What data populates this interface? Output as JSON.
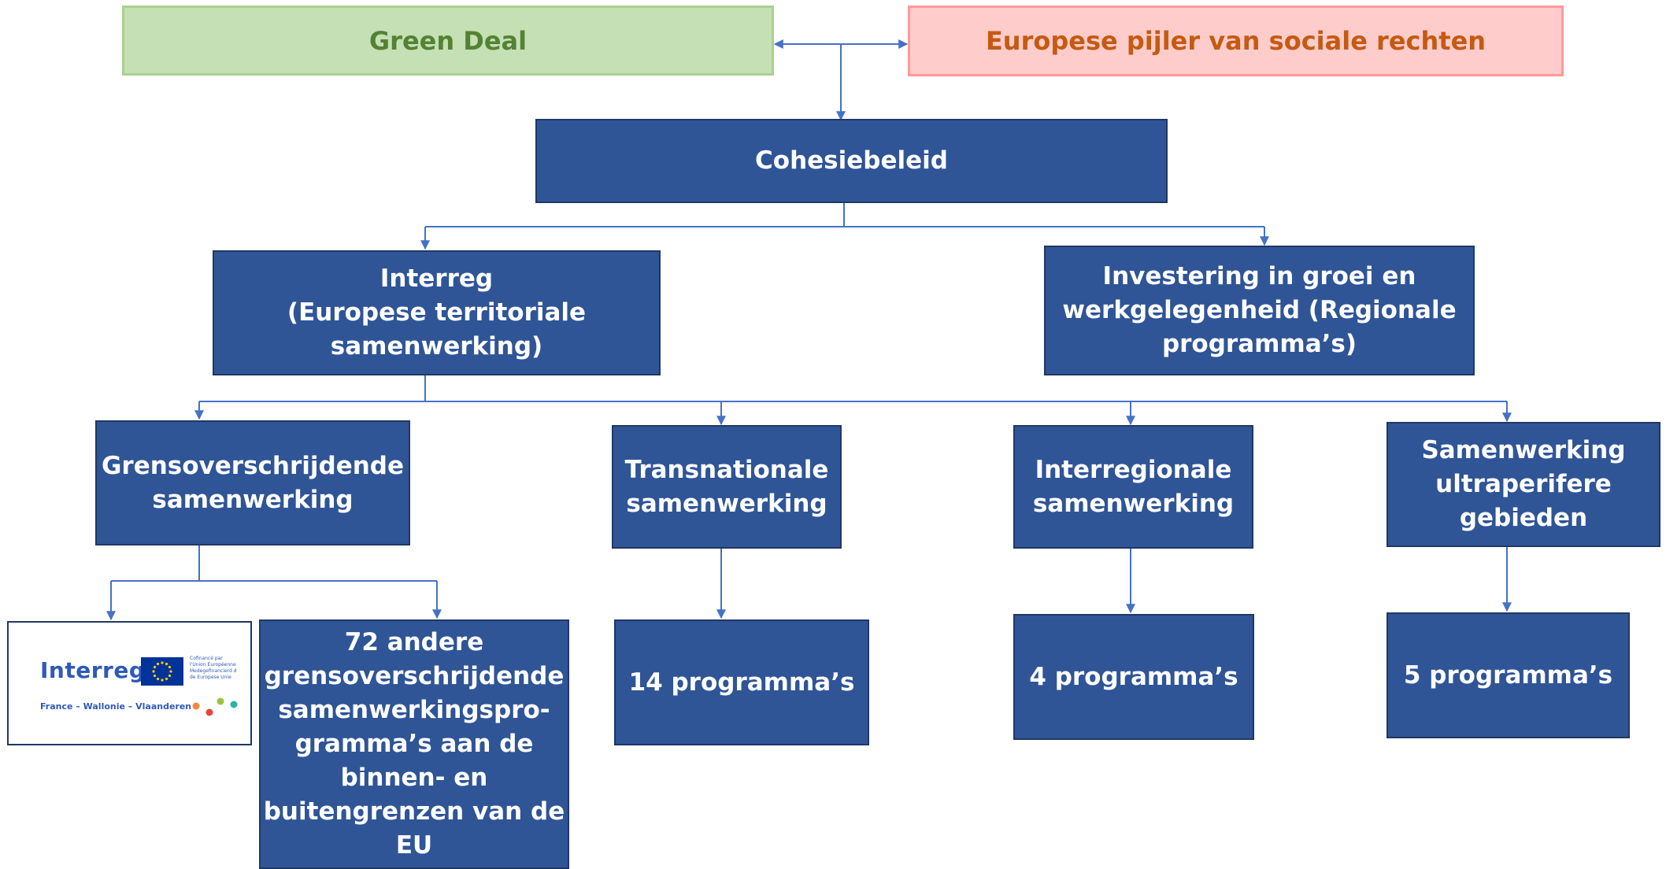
{
  "top": {
    "green_deal": "Green Deal",
    "social_pillar": "Europese pijler van sociale rechten"
  },
  "cohesion": "Cohesiebeleid",
  "level2": {
    "interreg": "Interreg\n(Europese territoriale\nsamenwerking)",
    "investment": "Investering in groei en\nwerkgelegenheid (Regionale\nprogramma’s)"
  },
  "level3": {
    "cross_border": "Grensoverschrijdende\nsamenwerking",
    "transnational": "Transnationale\nsamenwerking",
    "interregional": "Interregionale\nsamenwerking",
    "outermost": "Samenwerking\nultraperifere\ngebieden"
  },
  "level4": {
    "other_programs": "72 andere\ngrensoverschrijdende\nsamenwerkingspro-\ngramma’s aan de\nbinnen- en\nbuitengrenzen van de\nEU",
    "transnational_programs": "14 programma’s",
    "interregional_programs": "4 programma’s",
    "outermost_programs": "5 programma’s"
  },
  "logo": {
    "wordmark": "Interreg",
    "cofinanced": "Cofinancé par\nl'Union Européenne\nMedegefinancierd d\nde Europese Unie",
    "region": "France – Wallonie – Vlaanderen",
    "icons": [
      "eu-flag-icon",
      "colored-dots-icon"
    ]
  },
  "colors": {
    "box_fill": "#2f5597",
    "box_border": "#203864",
    "connector": "#4472c4",
    "green_fill": "#c5e0b4",
    "green_text": "#548235",
    "pink_fill": "#ffcccc",
    "pink_text": "#c55a11"
  }
}
